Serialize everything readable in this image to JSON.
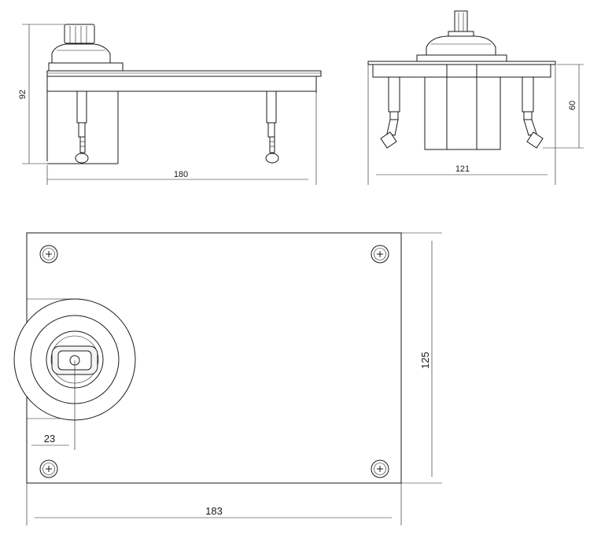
{
  "dimensions": {
    "side_height": "92",
    "side_length": "180",
    "front_depth": "60",
    "front_width": "121",
    "top_offset": "23",
    "top_height": "125",
    "top_width": "183"
  }
}
